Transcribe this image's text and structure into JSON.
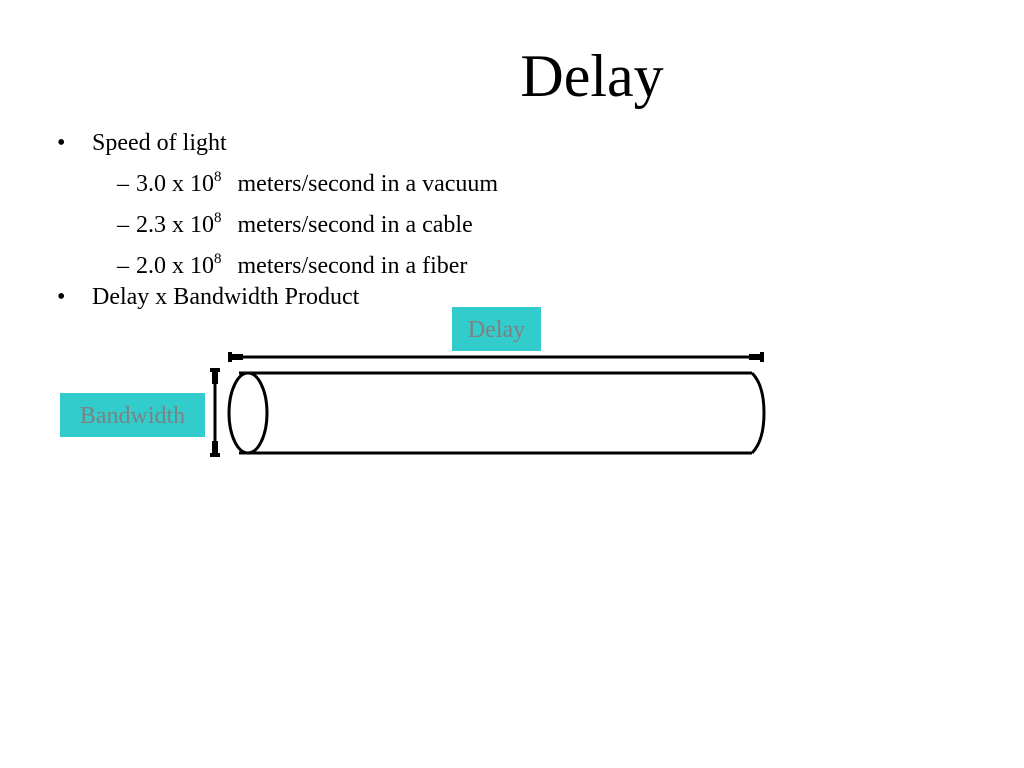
{
  "title": "Delay",
  "bullets": [
    {
      "marker": "•",
      "text": "Speed of light",
      "sub": [
        {
          "marker": "–",
          "base": "3.0 x 10",
          "exp": "8",
          "rest": "meters/second in a vacuum"
        },
        {
          "marker": "–",
          "base": "2.3 x 10",
          "exp": "8",
          "rest": "meters/second in a cable"
        },
        {
          "marker": "–",
          "base": "2.0 x 10",
          "exp": "8",
          "rest": "meters/second in a fiber"
        }
      ]
    },
    {
      "marker": "•",
      "text": "Delay x Bandwidth Product"
    }
  ],
  "diagram": {
    "delay_label": "Delay",
    "bandwidth_label": "Bandwidth",
    "label_background": "#33cccc",
    "label_text_color": "#808080"
  }
}
